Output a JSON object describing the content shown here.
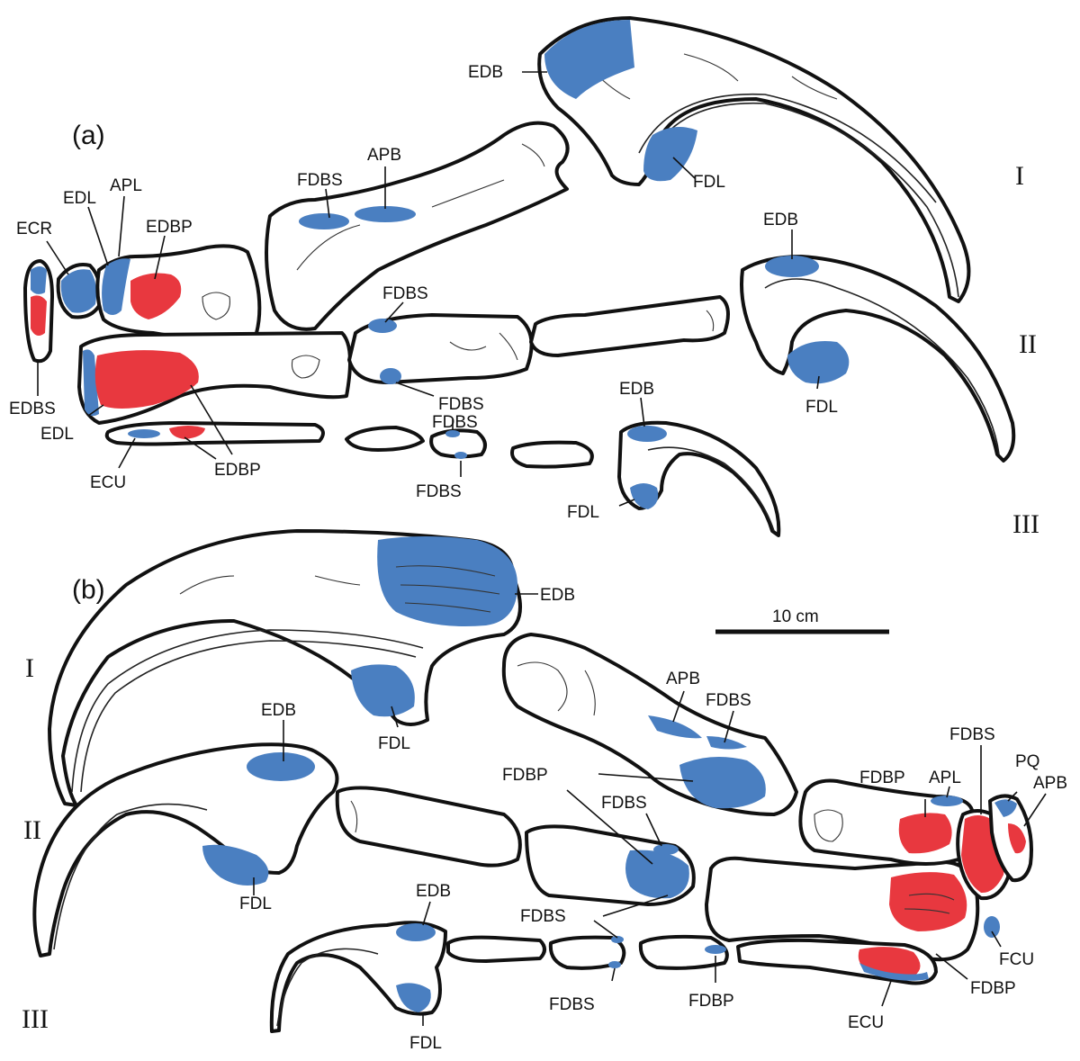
{
  "colors": {
    "extensor": "#4a7fc1",
    "flexor": "#e8383f",
    "outline": "#111111"
  },
  "panels": {
    "a": "(a)",
    "b": "(b)"
  },
  "digits": {
    "I": "I",
    "II": "II",
    "III": "III"
  },
  "scale_bar": {
    "label": "10 cm"
  },
  "labels_a": [
    "EDB",
    "FDL",
    "APB",
    "FDBS",
    "APL",
    "EDL",
    "ECR",
    "EDBP",
    "EDB",
    "FDBS",
    "FDL",
    "EDBS",
    "EDL",
    "FDBS",
    "FDBS",
    "EDB",
    "ECU",
    "EDBP",
    "FDBS",
    "FDL"
  ],
  "labels_b": [
    "EDB",
    "FDL",
    "APB",
    "FDBS",
    "EDB",
    "FDBP",
    "FDBS",
    "FDBP",
    "APL",
    "PQ",
    "APB",
    "FDL",
    "EDB",
    "FDBS",
    "FCU",
    "FDBP",
    "FDBS",
    "FDBP",
    "ECU",
    "FDL"
  ]
}
